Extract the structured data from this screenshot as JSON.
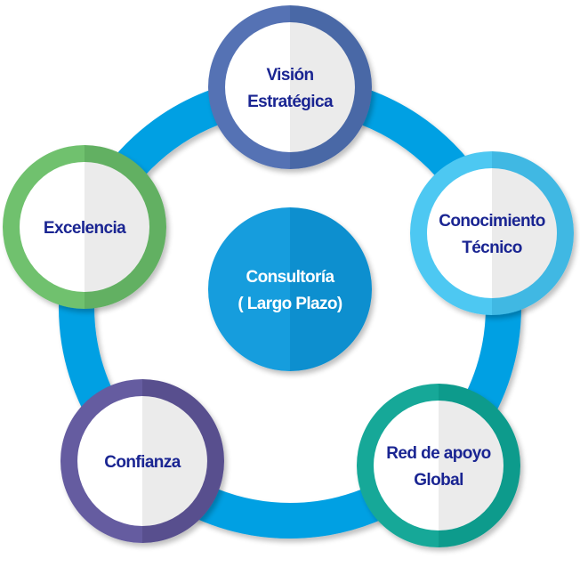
{
  "diagram": {
    "type": "cycle",
    "center": {
      "lines": [
        "Consultoría",
        "( Largo Plazo)"
      ],
      "color_light": "#149ddd",
      "color_dark": "#0a8fcf",
      "text_color": "#ffffff"
    },
    "ring_color": "#00a0e3",
    "label_color": "#1a2592",
    "nodes": [
      {
        "id": "vision",
        "lines": [
          "Visión",
          "Estratégica"
        ],
        "color_light": "#5472b4",
        "color_dark": "#4a67a6"
      },
      {
        "id": "conocimiento",
        "lines": [
          "Conocimiento",
          "Técnico"
        ],
        "color_light": "#4dc8f2",
        "color_dark": "#40b8e3"
      },
      {
        "id": "red",
        "lines": [
          "Red de apoyo",
          "Global"
        ],
        "color_light": "#14a898",
        "color_dark": "#0f9b8c"
      },
      {
        "id": "confianza",
        "lines": [
          "Confianza"
        ],
        "color_light": "#655ca0",
        "color_dark": "#58508e"
      },
      {
        "id": "excelencia",
        "lines": [
          "Excelencia"
        ],
        "color_light": "#6fc16e",
        "color_dark": "#62b062"
      }
    ]
  }
}
